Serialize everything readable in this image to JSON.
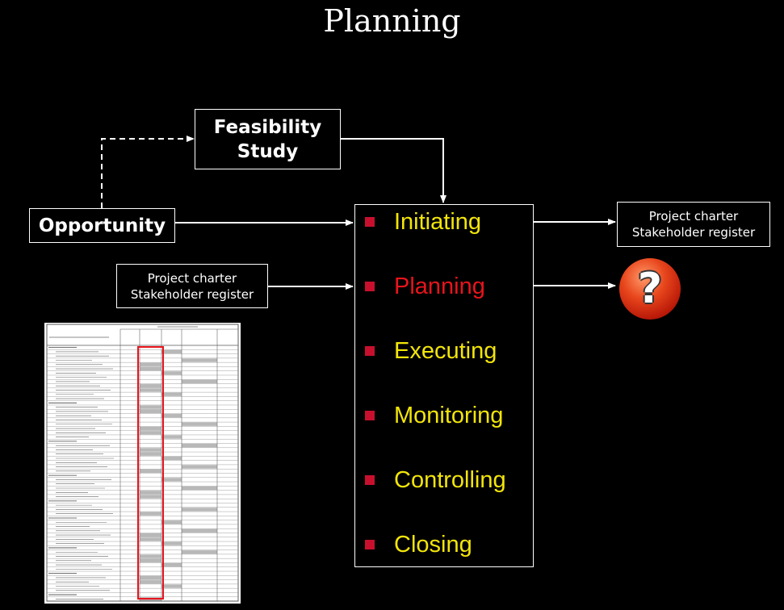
{
  "title": "Planning",
  "feasibility": {
    "line1": "Feasibility",
    "line2": "Study"
  },
  "opportunity": "Opportunity",
  "input_box": {
    "line1": "Project charter",
    "line2": "Stakeholder register"
  },
  "output_box": {
    "line1": "Project charter",
    "line2": "Stakeholder register"
  },
  "phases": [
    {
      "label": "Initiating",
      "color": "#f2e50a"
    },
    {
      "label": "Planning",
      "color": "#e8141c"
    },
    {
      "label": "Executing",
      "color": "#f2e50a"
    },
    {
      "label": "Monitoring",
      "color": "#f2e50a"
    },
    {
      "label": "Controlling",
      "color": "#f2e50a"
    },
    {
      "label": "Closing",
      "color": "#f2e50a"
    }
  ],
  "unknown_output_icon": "question-mark-icon",
  "colors": {
    "bullet": "#c8102e",
    "highlight": "#e8141c"
  }
}
